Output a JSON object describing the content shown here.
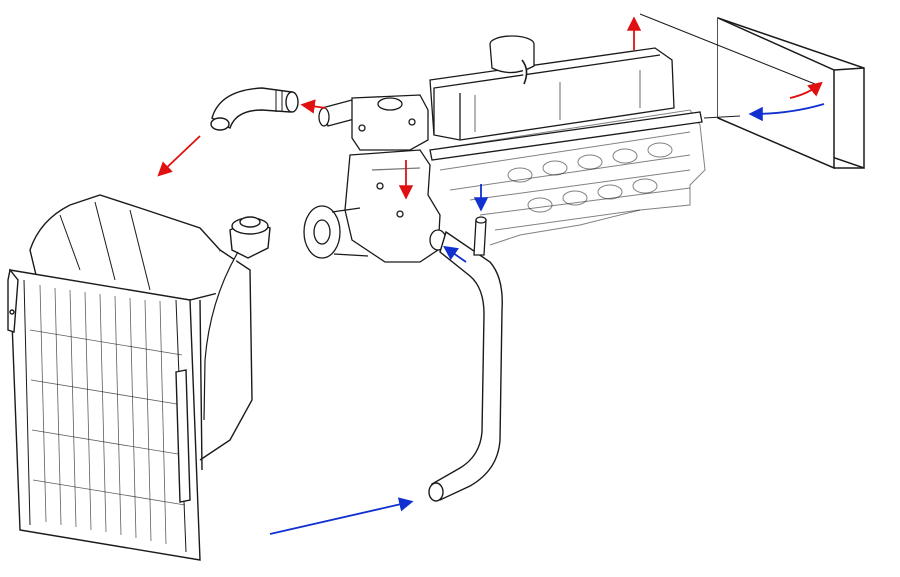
{
  "diagram": {
    "labels": [],
    "colors": {
      "line": "#1a1a1a",
      "hot_flow": "#e01010",
      "cool_flow": "#1030d0",
      "background": "#ffffff"
    },
    "components": [
      "radiator",
      "radiator-cap",
      "top-hose",
      "water-pump",
      "thermostat-housing",
      "engine-block",
      "cylinder-head",
      "bottom-hose",
      "heater-core"
    ],
    "flows": [
      {
        "id": "thermostat-to-top-hose",
        "direction": "hot"
      },
      {
        "id": "top-hose-to-radiator",
        "direction": "hot"
      },
      {
        "id": "thermostat-down",
        "direction": "hot"
      },
      {
        "id": "head-to-heater",
        "direction": "hot"
      },
      {
        "id": "heater-internal",
        "direction": "hot"
      },
      {
        "id": "heater-return",
        "direction": "cool"
      },
      {
        "id": "heater-return-to-pipe",
        "direction": "cool"
      },
      {
        "id": "bottom-hose-to-pump",
        "direction": "cool"
      },
      {
        "id": "radiator-to-bottom-hose",
        "direction": "cool"
      }
    ]
  }
}
